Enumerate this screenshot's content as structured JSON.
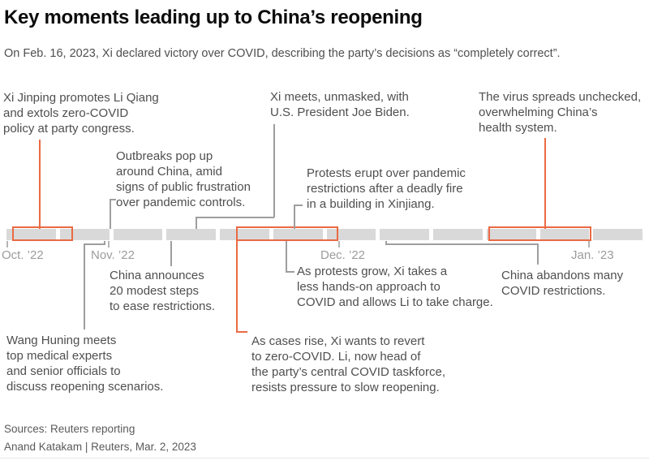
{
  "header": {
    "title": "Key moments leading up to China’s reopening",
    "subtitle": "On Feb. 16, 2023, Xi declared victory over COVID, describing the party’s decisions as “completely correct”."
  },
  "colors": {
    "accent_orange": "#ea6a43",
    "segment_gray": "#d9d9d9",
    "connector_gray": "#9e9e9e",
    "body_text": "#4f4f4f",
    "axis_label": "#9c9c9c"
  },
  "timeline": {
    "segment_count": 12,
    "months": [
      {
        "label": "Oct. ’22"
      },
      {
        "label": "Nov. ’22"
      },
      {
        "label": "Dec. ’22"
      },
      {
        "label": "Jan. ’23"
      }
    ]
  },
  "events": [
    {
      "text": "Xi Jinping promotes Li Qiang\nand extols zero-COVID\npolicy at party congress.",
      "accent": true
    },
    {
      "text": "Outbreaks pop up\naround China, amid\nsigns of public frustration\nover pandemic controls.",
      "accent": false
    },
    {
      "text": "Xi meets, unmasked, with\nU.S. President Joe Biden.",
      "accent": false
    },
    {
      "text": "The virus spreads unchecked,\noverwhelming China’s\nhealth system.",
      "accent": true
    },
    {
      "text": "Protests erupt over pandemic\nrestrictions after a deadly fire\nin a building in Xinjiang.",
      "accent": false
    },
    {
      "text": "China announces\n20 modest steps\nto ease restrictions.",
      "accent": false
    },
    {
      "text": "Wang Huning meets\ntop medical experts\nand senior officials to\ndiscuss reopening scenarios.",
      "accent": false
    },
    {
      "text": "As protests grow, Xi takes a\nless hands-on approach to\nCOVID and allows Li to take charge.",
      "accent": false
    },
    {
      "text": "As cases rise, Xi wants to revert\nto zero-COVID. Li, now head of\nthe party’s central COVID taskforce,\nresists pressure to slow reopening.",
      "accent": true
    },
    {
      "text": "China abandons many\nCOVID restrictions.",
      "accent": false
    }
  ],
  "footer": {
    "sources": "Sources: Reuters reporting",
    "byline": "Anand Katakam  |  Reuters, Mar. 2, 2023"
  }
}
